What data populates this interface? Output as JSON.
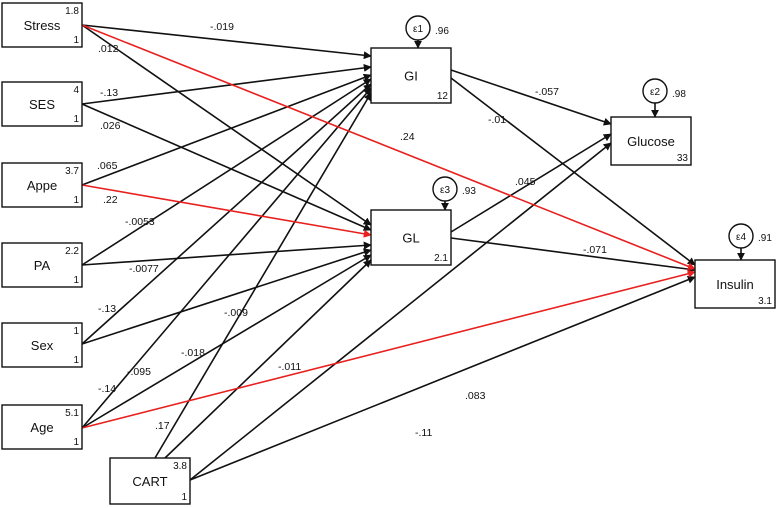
{
  "nodes": [
    {
      "id": "stress",
      "label": "Stress",
      "mean": "1.8",
      "var": "1"
    },
    {
      "id": "ses",
      "label": "SES",
      "mean": "4",
      "var": "1"
    },
    {
      "id": "appe",
      "label": "Appe",
      "mean": "3.7",
      "var": "1"
    },
    {
      "id": "pa",
      "label": "PA",
      "mean": "2.2",
      "var": "1"
    },
    {
      "id": "sex",
      "label": "Sex",
      "mean": "1",
      "var": "1"
    },
    {
      "id": "age",
      "label": "Age",
      "mean": "5.1",
      "var": "1"
    },
    {
      "id": "cart",
      "label": "CART",
      "mean": "3.8",
      "var": "1"
    },
    {
      "id": "gi",
      "label": "GI",
      "intercept": "12"
    },
    {
      "id": "gl",
      "label": "GL",
      "intercept": "2.1"
    },
    {
      "id": "glucose",
      "label": "Glucose",
      "intercept": "33"
    },
    {
      "id": "insulin",
      "label": "Insulin",
      "intercept": "3.1"
    }
  ],
  "errors": [
    {
      "id": "e1",
      "label": "ε1",
      "variance": ".96",
      "target": "gi"
    },
    {
      "id": "e2",
      "label": "ε2",
      "variance": ".98",
      "target": "glucose"
    },
    {
      "id": "e3",
      "label": "ε3",
      "variance": ".93",
      "target": "gl"
    },
    {
      "id": "e4",
      "label": "ε4",
      "variance": ".91",
      "target": "insulin"
    }
  ],
  "paths": [
    {
      "from": "stress",
      "to": "gi",
      "coef": "-.019",
      "highlight": false
    },
    {
      "from": "stress",
      "to": "gl",
      "coef": ".012",
      "highlight": false
    },
    {
      "from": "stress",
      "to": "insulin",
      "coef": ".24",
      "highlight": true
    },
    {
      "from": "ses",
      "to": "gi",
      "coef": "-.13",
      "highlight": false
    },
    {
      "from": "ses",
      "to": "gl",
      "coef": ".026",
      "highlight": false
    },
    {
      "from": "appe",
      "to": "gi",
      "coef": ".065",
      "highlight": false
    },
    {
      "from": "appe",
      "to": "gl",
      "coef": ".22",
      "highlight": true
    },
    {
      "from": "pa",
      "to": "gi",
      "coef": "-.0053",
      "highlight": false
    },
    {
      "from": "pa",
      "to": "gl",
      "coef": "-.0077",
      "highlight": false
    },
    {
      "from": "sex",
      "to": "gi",
      "coef": "-.13",
      "highlight": false
    },
    {
      "from": "sex",
      "to": "gl",
      "coef": "-.095",
      "highlight": false
    },
    {
      "from": "age",
      "to": "gi",
      "coef": "-.14",
      "highlight": false
    },
    {
      "from": "age",
      "to": "gl",
      "coef": "-.018",
      "highlight": false
    },
    {
      "from": "age",
      "to": "insulin",
      "coef": "-.011",
      "highlight": true
    },
    {
      "from": "cart",
      "to": "gi",
      "coef": ".17",
      "highlight": false
    },
    {
      "from": "cart",
      "to": "gl",
      "coef": "-.009",
      "highlight": false
    },
    {
      "from": "cart",
      "to": "glucose",
      "coef": "-.11",
      "highlight": false
    },
    {
      "from": "cart",
      "to": "insulin",
      "coef": ".083",
      "highlight": false
    },
    {
      "from": "gi",
      "to": "glucose",
      "coef": "-.057",
      "highlight": false
    },
    {
      "from": "gi",
      "to": "insulin",
      "coef": "-.01",
      "highlight": false
    },
    {
      "from": "gl",
      "to": "glucose",
      "coef": ".045",
      "highlight": false
    },
    {
      "from": "gl",
      "to": "insulin",
      "coef": "-.071",
      "highlight": false
    }
  ],
  "colors": {
    "line": "#111111",
    "highlight": "#e8201e"
  }
}
